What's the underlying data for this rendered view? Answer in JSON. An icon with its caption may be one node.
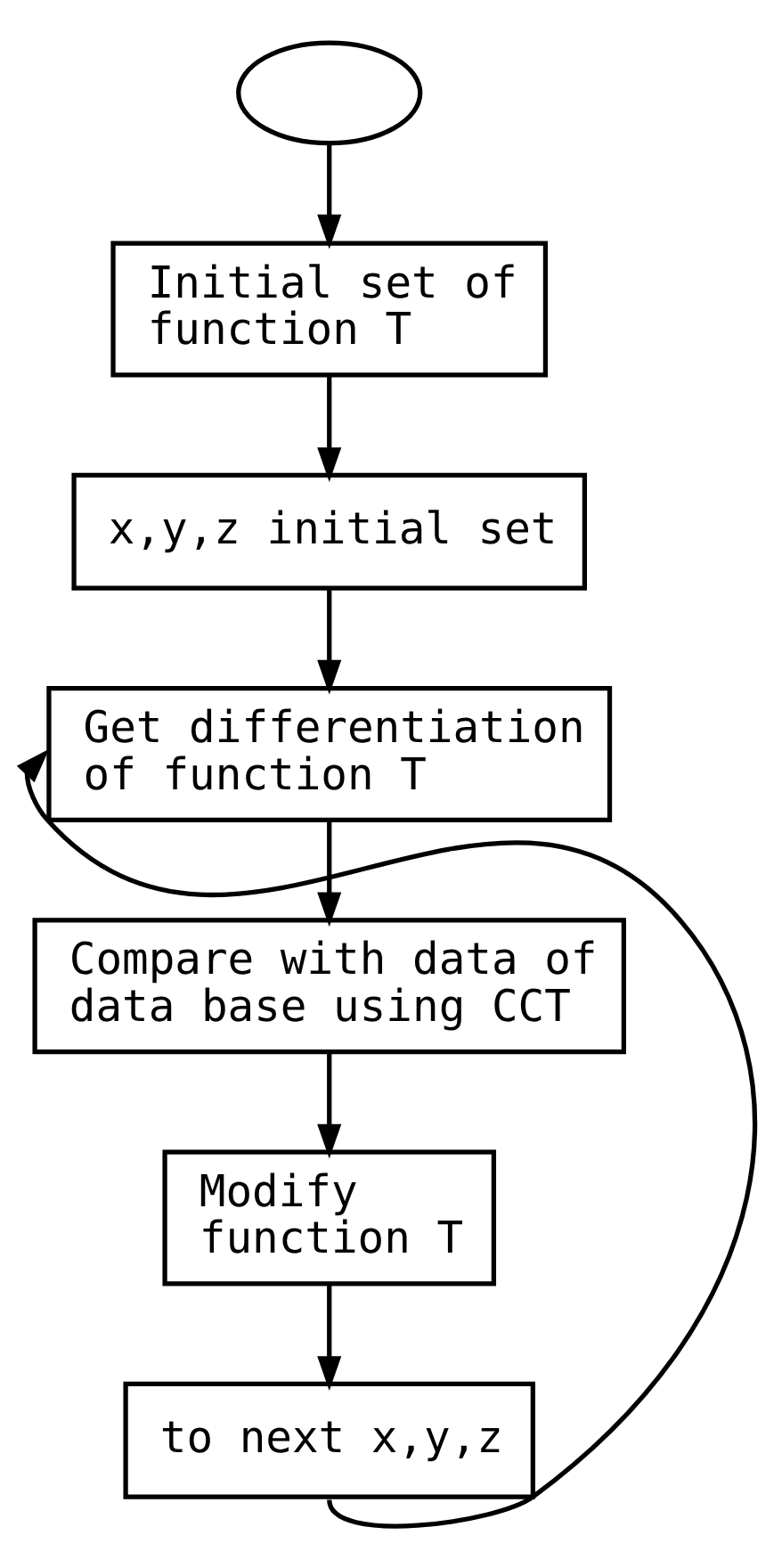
{
  "diagram": {
    "nodes": [
      {
        "text": [],
        "shape": "ellipse"
      },
      {
        "text": [
          "Initial set of function T"
        ]
      },
      {
        "text": [
          "x,y,z initial set"
        ]
      },
      {
        "text": [
          "Get differentiation of function T"
        ]
      },
      {
        "text": [
          "Compare with data of data base using CCT"
        ]
      },
      {
        "text": [
          "Modify function T"
        ]
      },
      {
        "text": [
          "to next x,y,z"
        ]
      }
    ],
    "edges": [
      {
        "from": 0,
        "to": 1,
        "arrow": "to"
      },
      {
        "from": 1,
        "to": 2,
        "arrow": "to"
      },
      {
        "from": 2,
        "to": 3,
        "arrow": "to"
      },
      {
        "from": 3,
        "to": 4,
        "arrow": "to"
      },
      {
        "from": 4,
        "to": 5,
        "arrow": "to"
      },
      {
        "from": 5,
        "to": 6,
        "arrow": "to"
      },
      {
        "from": 6,
        "to": 3,
        "arrow": "to"
      }
    ]
  }
}
